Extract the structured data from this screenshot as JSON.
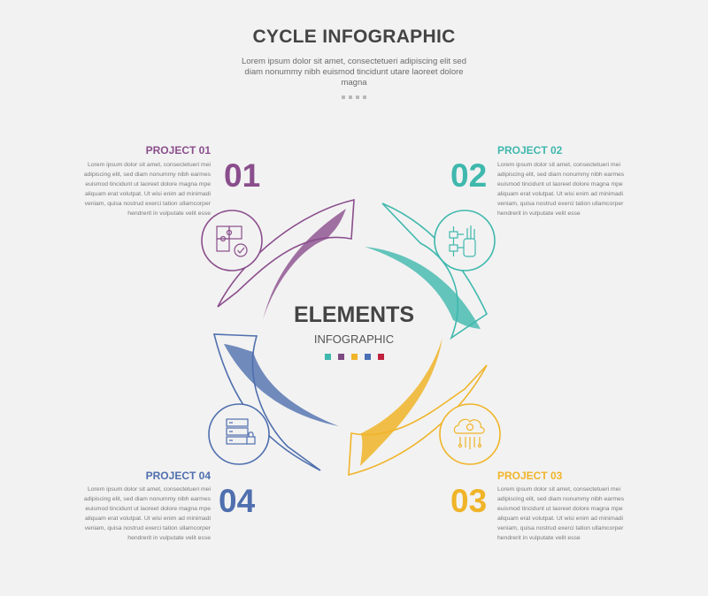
{
  "header": {
    "title": "CYCLE INFOGRAPHIC",
    "subtitle": "Lorem ipsum dolor sit amet, consectetueri adipiscing elit sed diam nonummy nibh euismod tincidunt utare laoreet dolore magna"
  },
  "center": {
    "title": "ELEMENTS",
    "subtitle": "INFOGRAPHIC",
    "colors": [
      "#3fb8ad",
      "#7b4a80",
      "#f0b429",
      "#4a6fb5",
      "#c0223d"
    ]
  },
  "colors": {
    "project1": "#8a4e8c",
    "project2": "#3fb8ad",
    "project3": "#f0b429",
    "project4": "#4f6fae"
  },
  "projects": [
    {
      "title": "PROJECT 01",
      "number": "01",
      "text": "Lorem ipsum dolor sit amet, consectetueri mei adipiscing elit, sed diam nonummy nibh earmes euismod tincidunt ut laoreet dolore magna mpe aliquam erat volutpat. Ut wisi enim ad minimadi veniam, quisa nostrud exerci tation ullamcorper hendrerit in vulputate velit esse",
      "icon": "puzzle-check-icon"
    },
    {
      "title": "PROJECT 02",
      "number": "02",
      "text": "Lorem ipsum dolor sit amet, consectetueri mei adipiscing elit, sed diam nonummy nibh earmes euismod tincidunt ut laoreet dolore magna mpe aliquam erat volutpat. Ut wisi enim ad minimadi veniam, quisa nostrud exerci tation ullamcorper hendrerit in vulputate velit esse",
      "icon": "workflow-hand-icon"
    },
    {
      "title": "PROJECT 03",
      "number": "03",
      "text": "Lorem ipsum dolor sit amet, consectetueri mei adipiscing elit, sed diam nonummy nibh earmes euismod tincidunt ut laoreet dolore magna mpe aliquam erat volutpat. Ut wisi enim ad minimadi veniam, quisa nostrud exerci tation ullamcorper hendrerit in vulputate velit esse",
      "icon": "cloud-gear-icon"
    },
    {
      "title": "PROJECT 04",
      "number": "04",
      "text": "Lorem ipsum dolor sit amet, consectetueri mei adipiscing elit, sed diam nonummy nibh earmes euismod tincidunt ut laoreet dolore magna mpe aliquam erat volutpat. Ut wisi enim ad minimadi veniam, quisa nostrud exerci tation ullamcorper hendrerit in vulputate velit esse",
      "icon": "server-lock-icon"
    }
  ]
}
